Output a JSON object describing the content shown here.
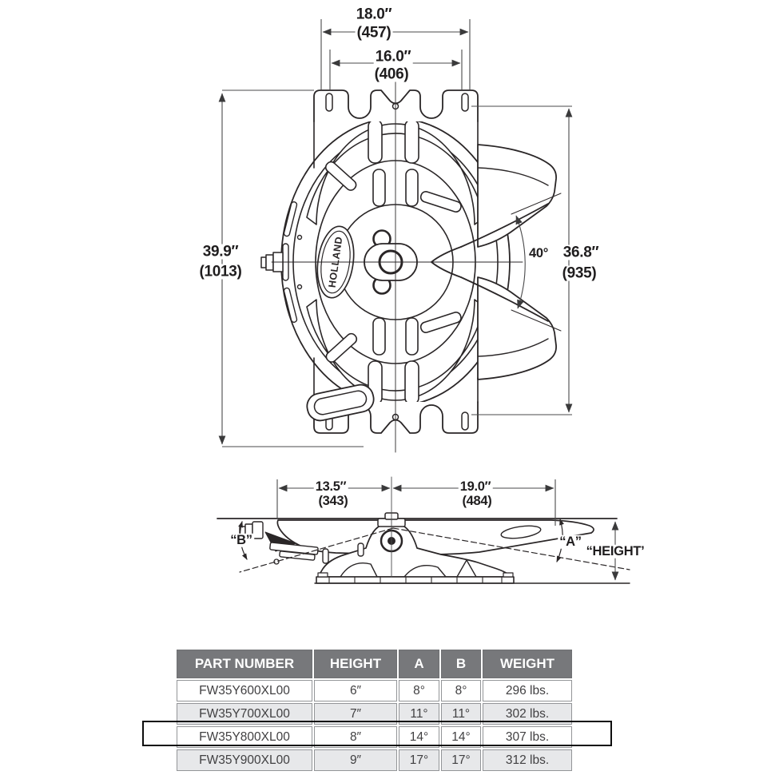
{
  "brand_label": "HOLLAND",
  "top_view": {
    "width_outer_in": "18.0″",
    "width_outer_mm": "(457)",
    "width_inner_in": "16.0″",
    "width_inner_mm": "(406)",
    "height_in": "39.9″",
    "height_mm": "(1013)",
    "depth_in": "36.8″",
    "depth_mm": "(935)",
    "throat_angle": "40°"
  },
  "side_view": {
    "front_len_in": "13.5″",
    "front_len_mm": "(343)",
    "rear_len_in": "19.0″",
    "rear_len_mm": "(484)",
    "angle_b": "“B”",
    "angle_a": "“A”",
    "height_label": "“HEIGHT’"
  },
  "spec_table": {
    "headers": [
      "PART NUMBER",
      "HEIGHT",
      "A",
      "B",
      "WEIGHT"
    ],
    "rows": [
      {
        "part": "FW35Y600XL00",
        "height": "6″",
        "a": "8°",
        "b": "8°",
        "weight": "296 lbs."
      },
      {
        "part": "FW35Y700XL00",
        "height": "7″",
        "a": "11°",
        "b": "11°",
        "weight": "302 lbs."
      },
      {
        "part": "FW35Y800XL00",
        "height": "8″",
        "a": "14°",
        "b": "14°",
        "weight": "307 lbs."
      },
      {
        "part": "FW35Y900XL00",
        "height": "9″",
        "a": "17°",
        "b": "17°",
        "weight": "312 lbs."
      }
    ],
    "highlighted_row_index": 2
  },
  "colors": {
    "ink": "#2a2627",
    "dim_line": "#4a4a4b",
    "table_header_bg": "#77787b",
    "table_row_alt": "#e7e8ea",
    "table_text": "#414042",
    "highlight_border": "#0d0d0d"
  }
}
